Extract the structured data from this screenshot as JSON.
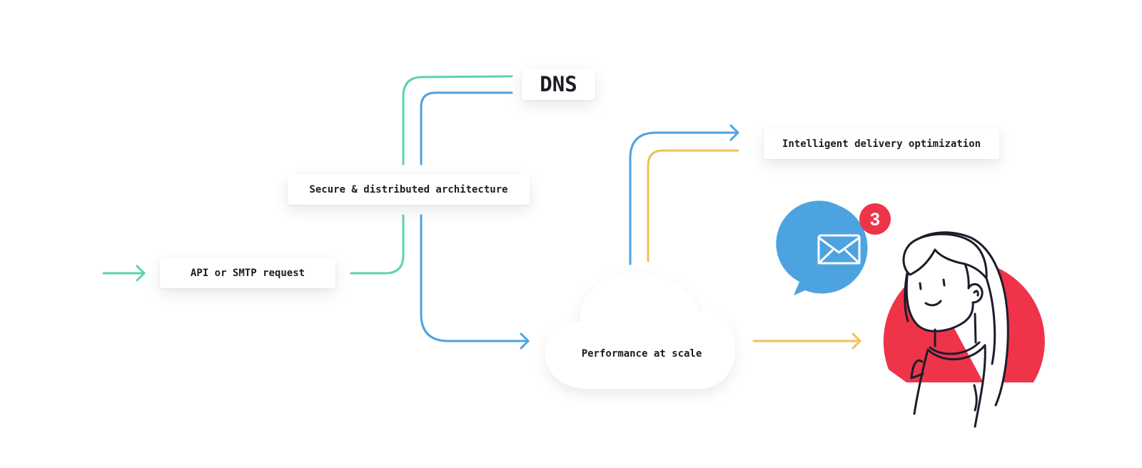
{
  "nodes": {
    "api": "API or SMTP request",
    "secure": "Secure & distributed architecture",
    "dns": "DNS",
    "intelligent": "Intelligent delivery optimization",
    "performance": "Performance at scale"
  },
  "notification": {
    "badge_count": "3"
  },
  "icons": {
    "envelope": "envelope-icon",
    "person": "person-illustration",
    "cloud": "cloud-shape"
  },
  "colors": {
    "green": "#5dd3a8",
    "blue": "#4ea3e0",
    "yellow": "#f0c05a",
    "red": "#ef3349",
    "bubble": "#4da3e0",
    "ink": "#1a1d2a"
  }
}
